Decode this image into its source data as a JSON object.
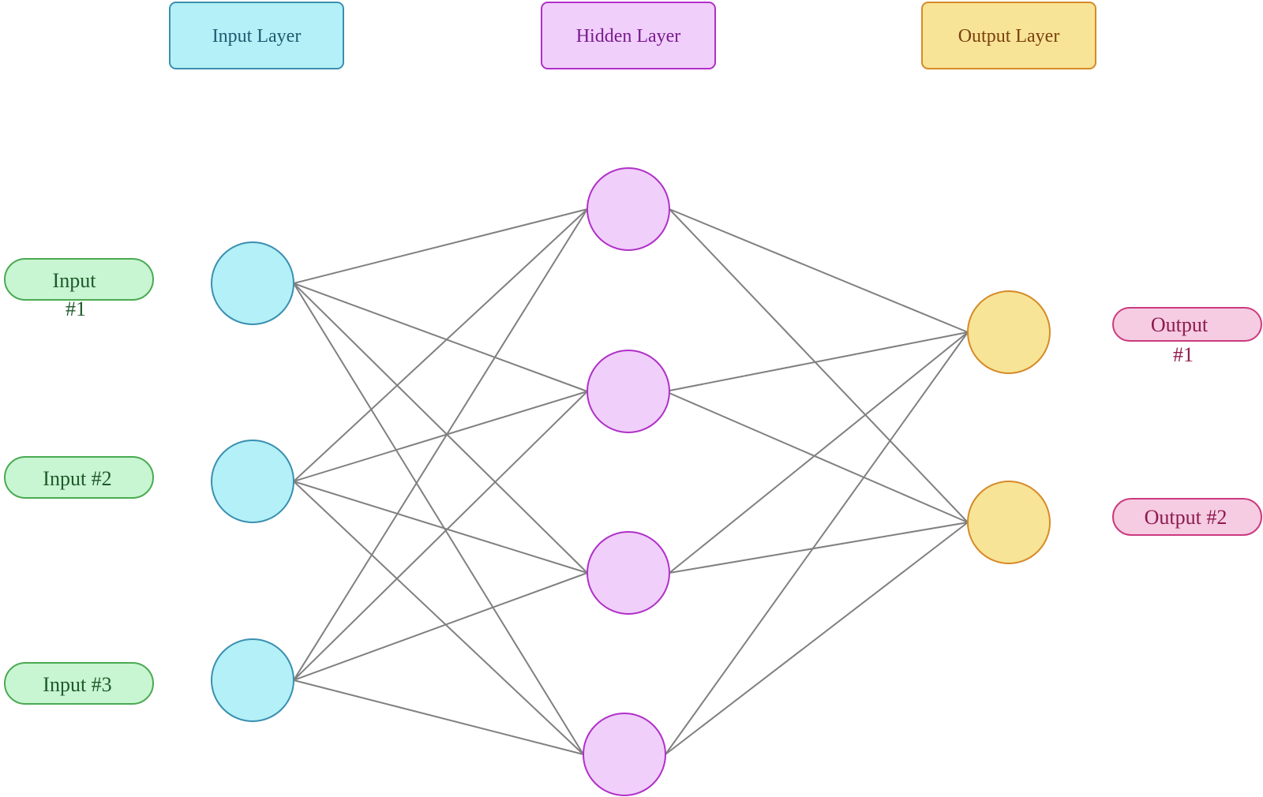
{
  "colors": {
    "input": {
      "fill": "#b3f0f7",
      "stroke": "#3a8fb0",
      "text": "#1e5a70"
    },
    "hidden": {
      "fill": "#f0cffb",
      "stroke": "#b030c8",
      "text": "#7a1a8e"
    },
    "output": {
      "fill": "#f8e496",
      "stroke": "#d68a28",
      "text": "#7a4010"
    },
    "input_label": {
      "fill": "#c8f5d2",
      "stroke": "#4aaa52",
      "text": "#1e5a2a"
    },
    "output_label": {
      "fill": "#f5cce2",
      "stroke": "#cc3a7e",
      "text": "#8e1a4e"
    },
    "edge": "#808080"
  },
  "layers": {
    "input": {
      "title": "Input Layer"
    },
    "hidden": {
      "title": "Hidden Layer"
    },
    "output": {
      "title": "Output Layer"
    }
  },
  "input_labels": [
    {
      "line1": "Input",
      "line2": "#1"
    },
    {
      "line1": "Input #2",
      "line2": ""
    },
    {
      "line1": "Input #3",
      "line2": ""
    }
  ],
  "output_labels": [
    {
      "line1": "Output",
      "line2": "#1"
    },
    {
      "line1": "Output #2",
      "line2": ""
    }
  ]
}
